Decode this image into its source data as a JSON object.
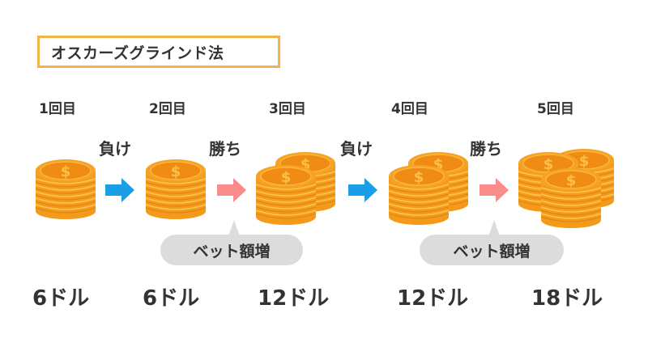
{
  "title": "オスカーズグラインド法",
  "rounds": [
    {
      "label": "1回目",
      "amount": "6ドル",
      "stacks": 1
    },
    {
      "label": "2回目",
      "amount": "6ドル",
      "stacks": 1
    },
    {
      "label": "3回目",
      "amount": "12ドル",
      "stacks": 2
    },
    {
      "label": "4回目",
      "amount": "12ドル",
      "stacks": 2
    },
    {
      "label": "5回目",
      "amount": "18ドル",
      "stacks": 3
    }
  ],
  "transitions": [
    {
      "result": "負け",
      "arrow_color": "#1a9ee8",
      "icon": "arrow-right-icon"
    },
    {
      "result": "勝ち",
      "arrow_color": "#fa8c8c",
      "icon": "arrow-right-icon",
      "note": "ベット額増"
    },
    {
      "result": "負け",
      "arrow_color": "#1a9ee8",
      "icon": "arrow-right-icon"
    },
    {
      "result": "勝ち",
      "arrow_color": "#fa8c8c",
      "icon": "arrow-right-icon",
      "note": "ベット額増"
    }
  ],
  "colors": {
    "title_border": "#f5b24a",
    "coin": "#f7a21f",
    "coin_dark": "#f08a12",
    "coin_light": "#fbc04a",
    "bubble": "#dcdcdc",
    "text": "#333333"
  }
}
